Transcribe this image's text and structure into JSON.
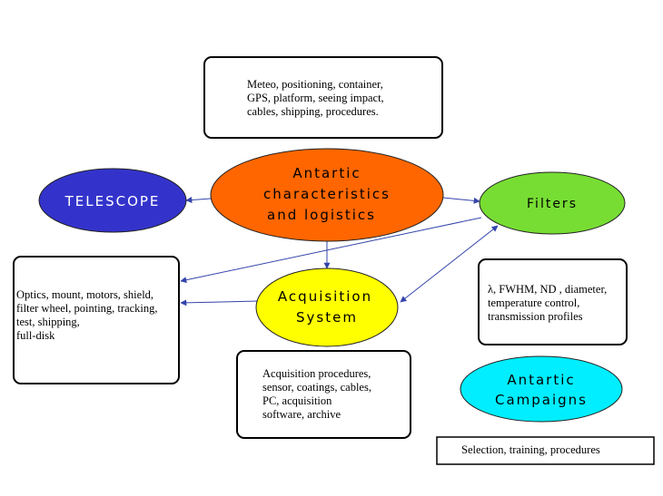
{
  "nodes": {
    "center": {
      "lines": [
        "Antartic",
        "characteristics",
        "and logistics"
      ],
      "fill": "#ff6600",
      "text_color": "#000000"
    },
    "telescope": {
      "lines": [
        "TELESCOPE"
      ],
      "fill": "#3333cc",
      "text_color": "#ffffff"
    },
    "filters": {
      "lines": [
        "Filters"
      ],
      "fill": "#77dd33",
      "text_color": "#000000"
    },
    "acquisition": {
      "lines": [
        "Acquisition",
        "System"
      ],
      "fill": "#ffff00",
      "text_color": "#000000"
    },
    "campaigns": {
      "lines": [
        "Antartic",
        "Campaigns"
      ],
      "fill": "#00eeff",
      "text_color": "#000000"
    }
  },
  "boxes": {
    "logistics": {
      "lines": [
        "Meteo, positioning, container,",
        "GPS, platform, seeing impact,",
        "cables, shipping, procedures."
      ]
    },
    "telescope": {
      "lines": [
        "Optics, mount, motors, shield,",
        "filter wheel, pointing, tracking,",
        "test, shipping,",
        "full-disk"
      ]
    },
    "filters": {
      "lines": [
        "λ, FWHM, ND , diameter,",
        "temperature control,",
        "transmission profiles"
      ]
    },
    "acquisition": {
      "lines": [
        "Acquisition procedures,",
        "sensor, coatings, cables,",
        "PC, acquisition",
        "software, archive"
      ]
    },
    "campaigns": {
      "lines": [
        "Selection, training, procedures"
      ]
    }
  },
  "colors": {
    "arrow": "#3344aa",
    "border": "#000000"
  }
}
